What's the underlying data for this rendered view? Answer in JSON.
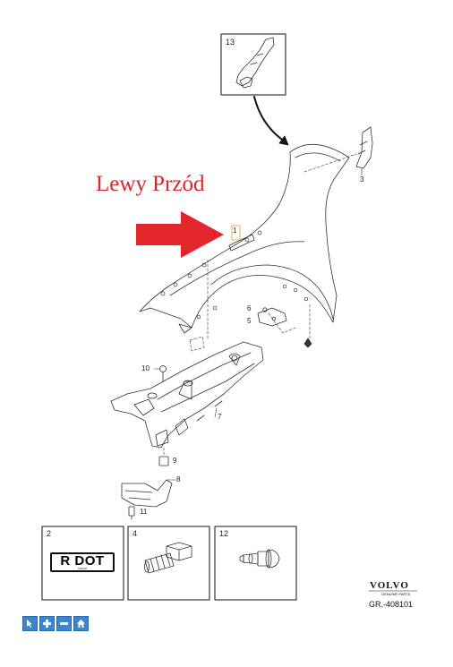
{
  "overlay": {
    "label": "Lewy Przód",
    "label_color": "#d9262b",
    "arrow_color": "#e3262b",
    "arrow_direction": "right"
  },
  "callouts": {
    "c1": "1",
    "c3": "3",
    "c5": "5",
    "c6": "6",
    "c7": "7",
    "c8": "8",
    "c9": "9",
    "c10": "10",
    "c11": "11",
    "c13": "13"
  },
  "detail_boxes": [
    {
      "number": "13",
      "content_icon": "clip-bracket-icon"
    },
    {
      "number": "2",
      "content_icon": "rdot-plate-icon"
    },
    {
      "number": "4",
      "content_icon": "bolt-icon"
    },
    {
      "number": "12",
      "content_icon": "push-pin-icon"
    }
  ],
  "rdot_plate": {
    "text": "R DOT",
    "small_text": "VOLVO"
  },
  "brand": {
    "name": "VOLVO",
    "tagline": "GENUINE PARTS",
    "reference": "GR.-408101"
  },
  "toolbar": {
    "buttons": [
      {
        "name": "pointer",
        "icon": "cursor-icon"
      },
      {
        "name": "zoom-in",
        "icon": "plus-icon"
      },
      {
        "name": "zoom-out",
        "icon": "minus-icon"
      },
      {
        "name": "home",
        "icon": "home-icon"
      }
    ],
    "button_color": "#3d86cc"
  }
}
